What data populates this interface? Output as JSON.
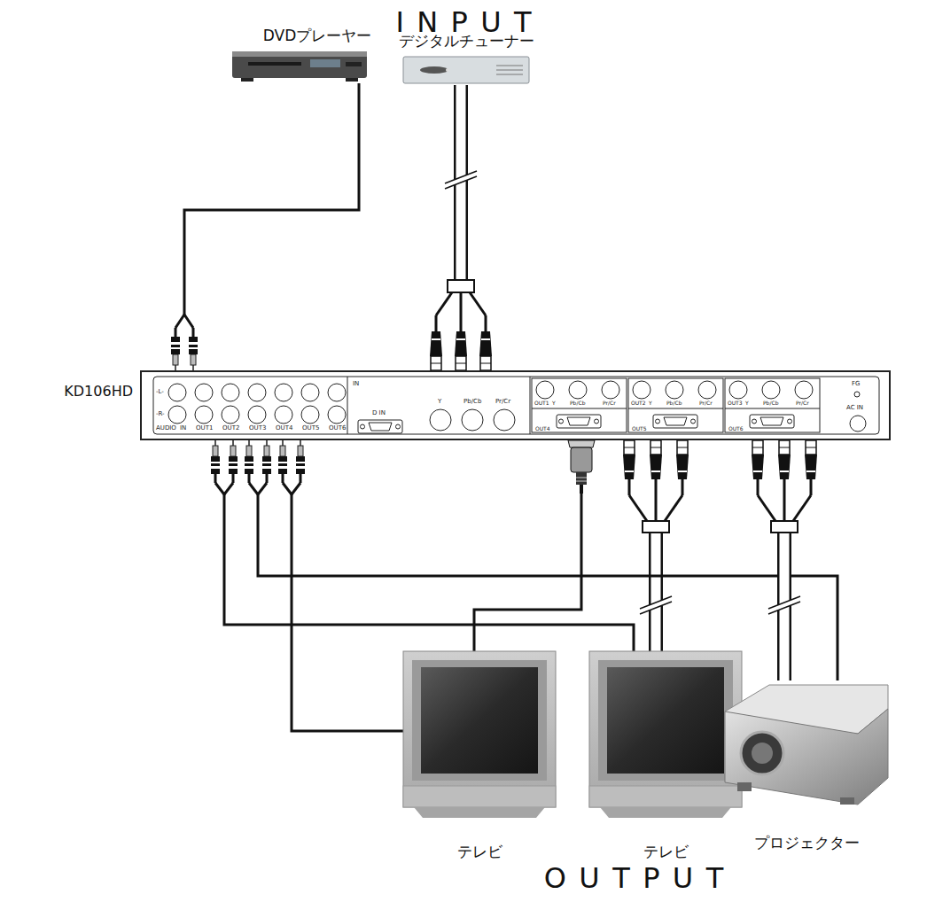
{
  "diagram": {
    "title": "INPUT",
    "caption": "OUTPUT",
    "nodes": [
      {
        "text": [
          "DVDプレーヤー"
        ]
      },
      {
        "text": [
          "デジタルチューナー"
        ]
      },
      {
        "text": [
          "KD106HD"
        ]
      },
      {
        "text": [
          "テレビ"
        ]
      },
      {
        "text": [
          "テレビ"
        ]
      },
      {
        "text": [
          "プロジェクター"
        ]
      }
    ],
    "edges": [
      {
        "from": 0,
        "to": 2,
        "arrow": "none"
      },
      {
        "from": 1,
        "to": 2,
        "arrow": "none"
      },
      {
        "from": 2,
        "to": 3,
        "arrow": "none"
      },
      {
        "from": 2,
        "to": 3,
        "arrow": "none"
      },
      {
        "from": 2,
        "to": 4,
        "arrow": "none"
      },
      {
        "from": 2,
        "to": 4,
        "arrow": "none"
      },
      {
        "from": 2,
        "to": 5,
        "arrow": "none"
      },
      {
        "from": 2,
        "to": 5,
        "arrow": "none"
      }
    ],
    "labels": [
      "-L-",
      "-R-",
      "AUDIO",
      "IN",
      "OUT1",
      "OUT2",
      "OUT3",
      "OUT4",
      "OUT5",
      "OUT6",
      "IN",
      "D IN",
      "Y",
      "Pb/Cb",
      "Pr/Cr",
      "OUT1",
      "Y",
      "Pb/Cb",
      "Pr/Cr",
      "OUT2",
      "Y",
      "Pb/Cb",
      "Pr/Cr",
      "OUT3",
      "Y",
      "Pb/Cb",
      "Pr/Cr",
      "OUT4",
      "OUT5",
      "OUT6",
      "FG",
      "AC IN"
    ]
  }
}
